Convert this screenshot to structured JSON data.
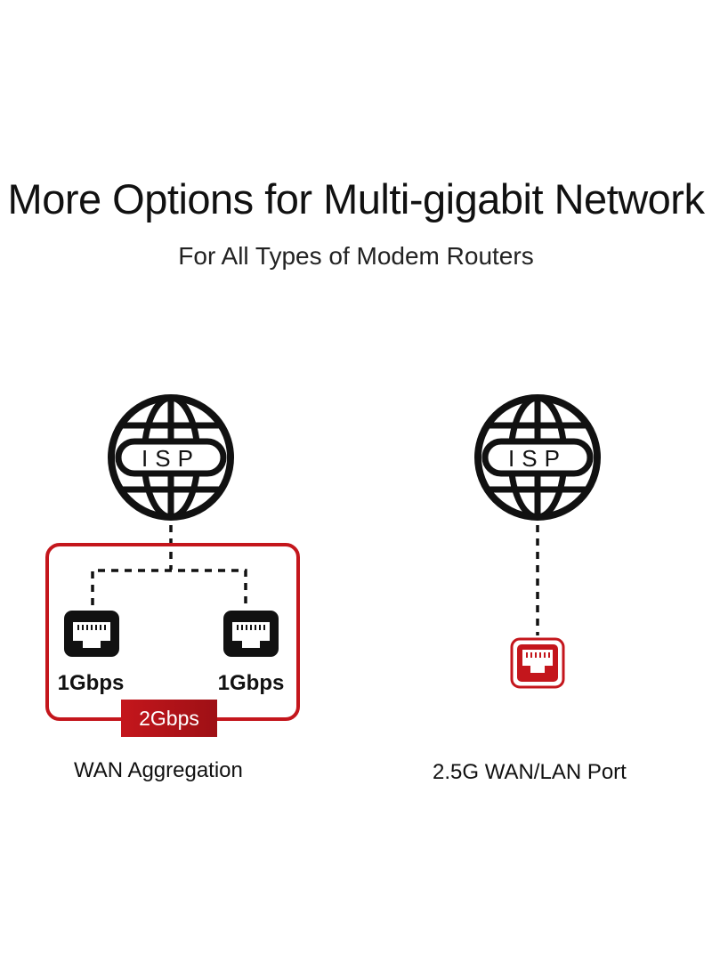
{
  "header": {
    "title": "More Options for Multi-gigabit Network",
    "subtitle": "For All Types of Modem Routers"
  },
  "colors": {
    "accent_red": "#c4161c",
    "ink": "#111111",
    "badge_bg": "#c4161c"
  },
  "left_diagram": {
    "globe_label": "ISP",
    "port_left_speed": "1Gbps",
    "port_right_speed": "1Gbps",
    "aggregate_badge": "2Gbps",
    "caption": "WAN Aggregation",
    "icons": [
      "globe-icon",
      "ethernet-port-icon",
      "ethernet-port-icon"
    ]
  },
  "right_diagram": {
    "globe_label": "ISP",
    "caption": "2.5G WAN/LAN Port",
    "icons": [
      "globe-icon",
      "ethernet-port-icon"
    ]
  }
}
